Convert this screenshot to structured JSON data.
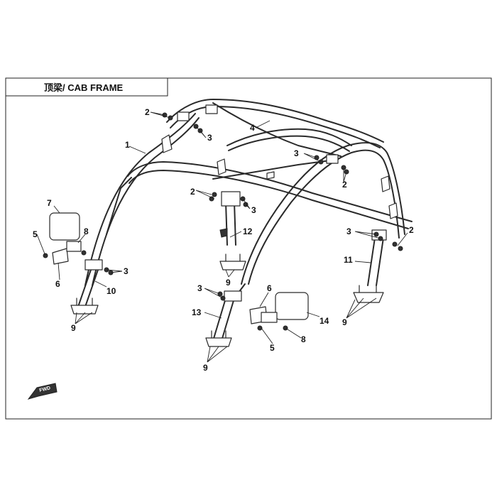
{
  "header": {
    "title": "顶梁/ CAB FRAME"
  },
  "callouts": [
    {
      "label": "1"
    },
    {
      "label": "2"
    },
    {
      "label": "2"
    },
    {
      "label": "2"
    },
    {
      "label": "2"
    },
    {
      "label": "3"
    },
    {
      "label": "3"
    },
    {
      "label": "3"
    },
    {
      "label": "3"
    },
    {
      "label": "3"
    },
    {
      "label": "3"
    },
    {
      "label": "4"
    },
    {
      "label": "5"
    },
    {
      "label": "5"
    },
    {
      "label": "6"
    },
    {
      "label": "6"
    },
    {
      "label": "7"
    },
    {
      "label": "8"
    },
    {
      "label": "8"
    },
    {
      "label": "9"
    },
    {
      "label": "9"
    },
    {
      "label": "9"
    },
    {
      "label": "9"
    },
    {
      "label": "10"
    },
    {
      "label": "11"
    },
    {
      "label": "12"
    },
    {
      "label": "13"
    },
    {
      "label": "14"
    }
  ],
  "fwd_badge": {
    "label": "FWD"
  }
}
